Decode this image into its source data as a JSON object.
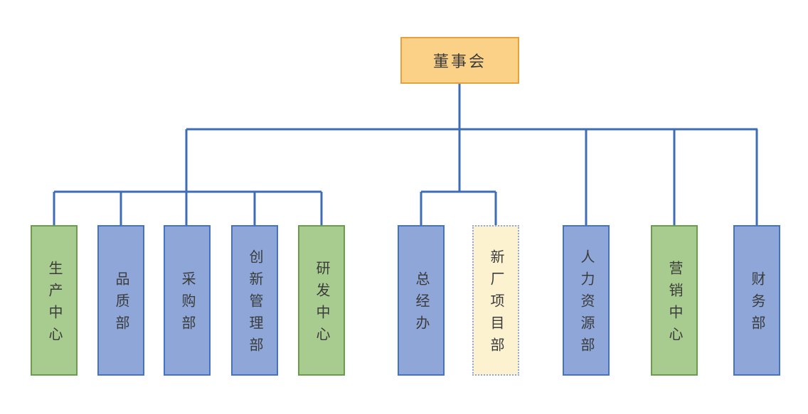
{
  "diagram": {
    "type": "org-chart",
    "root": {
      "label": "董事会"
    },
    "nodes": [
      {
        "label": "生产中心",
        "style": "green"
      },
      {
        "label": "品质部",
        "style": "blue"
      },
      {
        "label": "采购部",
        "style": "blue"
      },
      {
        "label": "创新管理部",
        "style": "blue"
      },
      {
        "label": "研发中心",
        "style": "green"
      },
      {
        "label": "总经办",
        "style": "blue"
      },
      {
        "label": "新厂项目部",
        "style": "dashed-cream"
      },
      {
        "label": "人力资源部",
        "style": "blue"
      },
      {
        "label": "营销中心",
        "style": "green"
      },
      {
        "label": "财务部",
        "style": "blue"
      }
    ],
    "colors": {
      "root_fill": "#FBD187",
      "root_border": "#E5A23C",
      "blue_fill": "#8FA7D8",
      "blue_border": "#4472C4",
      "green_fill": "#A8CB8F",
      "green_border": "#6A9D4B",
      "cream_fill": "#FDF2D0",
      "cream_border": "#8EAADB",
      "line": "#3E6CB5",
      "text": "#3B3B3B"
    }
  }
}
